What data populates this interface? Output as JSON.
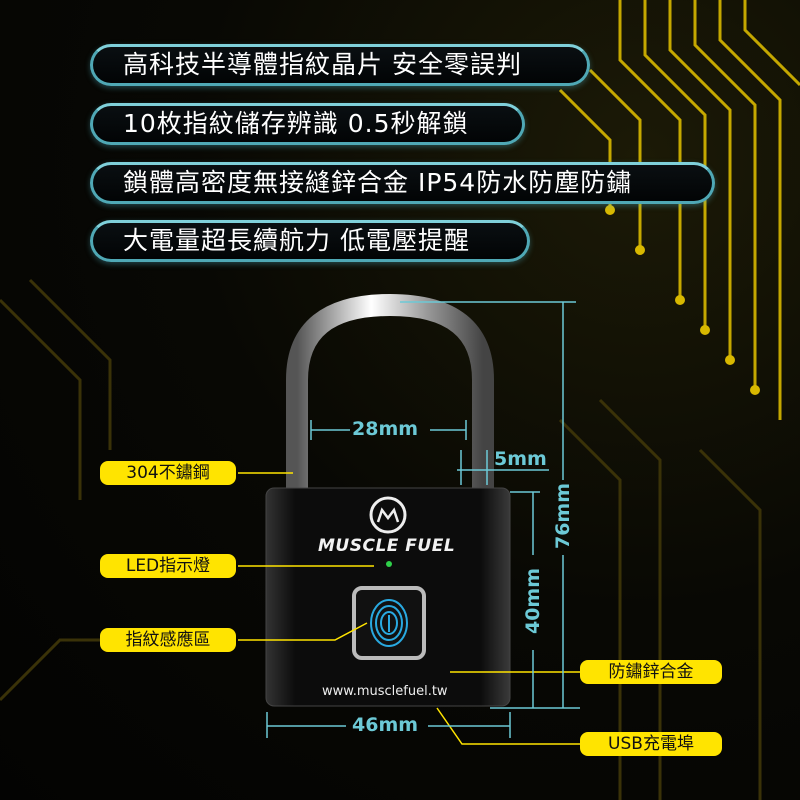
{
  "features": [
    "高科技半導體指紋晶片  安全零誤判",
    "10枚指紋儲存辨識  0.5秒解鎖",
    "鎖體高密度無接縫鋅合金  IP54防水防塵防鏽",
    "大電量超長續航力  低電壓提醒"
  ],
  "callouts": {
    "shackle": "304不鏽鋼",
    "led": "LED指示燈",
    "sensor": "指紋感應區",
    "body": "防鏽鋅合金",
    "usb": "USB充電埠"
  },
  "dimensions": {
    "inner_width": "28mm",
    "shackle_diameter": "5mm",
    "total_height": "76mm",
    "body_height": "40mm",
    "body_width": "46mm"
  },
  "product": {
    "brand": "MUSCLE FUEL",
    "url": "www.musclefuel.tw"
  },
  "colors": {
    "accent": "#ffe400",
    "dimension": "#6cc9d6",
    "trace": "#c9a800"
  }
}
